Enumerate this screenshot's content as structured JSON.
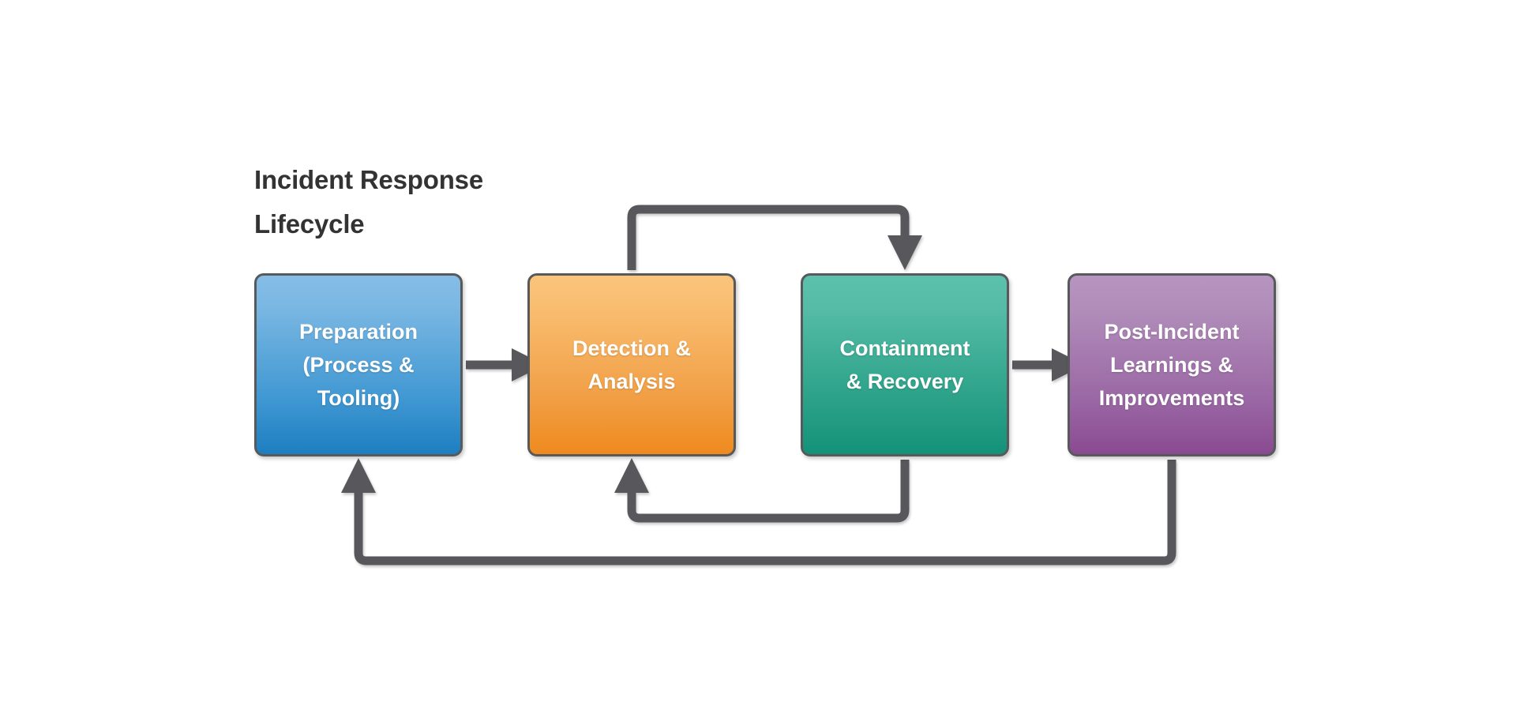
{
  "diagram": {
    "title": "Incident Response\nLifecycle",
    "title_color": "#333333",
    "background_color": "#ffffff",
    "connector_color": "#58595b",
    "node_border_color": "#58595b",
    "node_text_color": "#ffffff",
    "nodes": [
      {
        "id": "preparation",
        "label": "Preparation\n(Process &\nTooling)",
        "color_top": "#85bde6",
        "color_bottom": "#1d7ec0"
      },
      {
        "id": "detection-analysis",
        "label": "Detection &\nAnalysis",
        "color_top": "#fac47c",
        "color_bottom": "#ef8a1e"
      },
      {
        "id": "containment-recovery",
        "label": "Containment\n& Recovery",
        "color_top": "#5cc0ac",
        "color_bottom": "#139279"
      },
      {
        "id": "post-incident",
        "label": "Post-Incident\nLearnings &\nImprovements",
        "color_top": "#b695c0",
        "color_bottom": "#8a4a91"
      }
    ],
    "connectors": [
      {
        "id": "prep-to-detection",
        "from": "preparation",
        "to": "detection-analysis",
        "kind": "straight-right"
      },
      {
        "id": "detection-to-containment",
        "from": "detection-analysis",
        "to": "containment-recovery",
        "kind": "loop-over-top"
      },
      {
        "id": "containment-to-post-incident",
        "from": "containment-recovery",
        "to": "post-incident",
        "kind": "straight-right"
      },
      {
        "id": "containment-back-to-detection",
        "from": "containment-recovery",
        "to": "detection-analysis",
        "kind": "loop-under-bottom"
      },
      {
        "id": "post-incident-back-to-preparation",
        "from": "post-incident",
        "to": "preparation",
        "kind": "loop-under-bottom-long"
      }
    ]
  }
}
